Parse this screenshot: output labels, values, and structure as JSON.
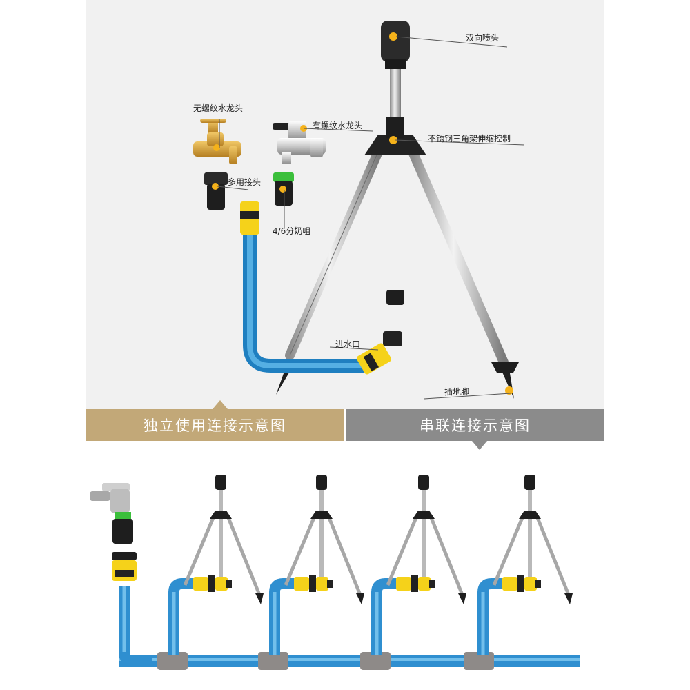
{
  "callouts": {
    "dual_nozzle": "双向喷头",
    "no_thread_tap": "无螺纹水龙头",
    "threaded_tap": "有螺纹水龙头",
    "tripod_control": "不锈钢三角架伸缩控制",
    "multi_connector": "多用接头",
    "four_six_split": "4/6分奶咀",
    "water_inlet": "进水口",
    "ground_spike": "插地脚"
  },
  "banners": {
    "standalone": "独立使用连接示意图",
    "series": "串联连接示意图"
  },
  "colors": {
    "panel_bg": "#f1f1f1",
    "banner_gold": "#c2a878",
    "banner_gray": "#8b8b8b",
    "hose_blue": "#45a9e0",
    "connector_yellow": "#f5d21a",
    "steel": "#b7b7b7",
    "black_part": "#1e1e1e",
    "brass": "#d2a13b",
    "tee_gray": "#8e8a88"
  }
}
